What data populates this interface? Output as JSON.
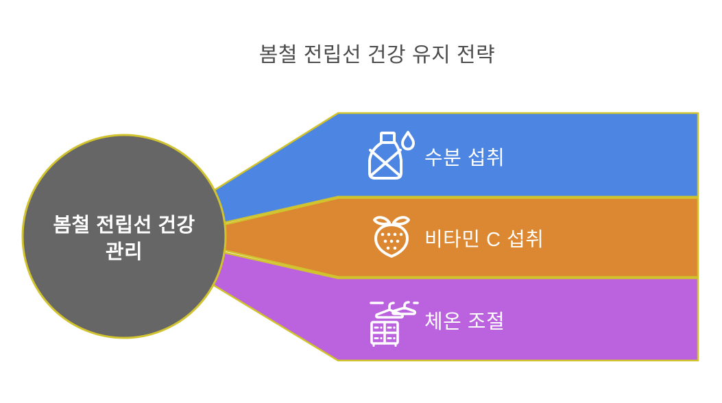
{
  "title": "봄철 전립선 건강 유지 전략",
  "center": {
    "line1": "봄철 전립선 건강",
    "line2": "관리"
  },
  "branches": [
    {
      "label": "수분 섭취",
      "icon": "water-canteen-icon",
      "color": "#4C86E2"
    },
    {
      "label": "비타민 C 섭취",
      "icon": "strawberry-icon",
      "color": "#DC8731"
    },
    {
      "label": "체온 조절",
      "icon": "wardrobe-hanger-icon",
      "color": "#BB63DE"
    }
  ],
  "colors": {
    "background": "#FFFFFF",
    "outline": "#D0C32E",
    "circle_fill": "#666666",
    "title_text": "#4B4B4B",
    "label_text": "#FFFFFF",
    "icon_stroke": "#FFFFFF"
  }
}
